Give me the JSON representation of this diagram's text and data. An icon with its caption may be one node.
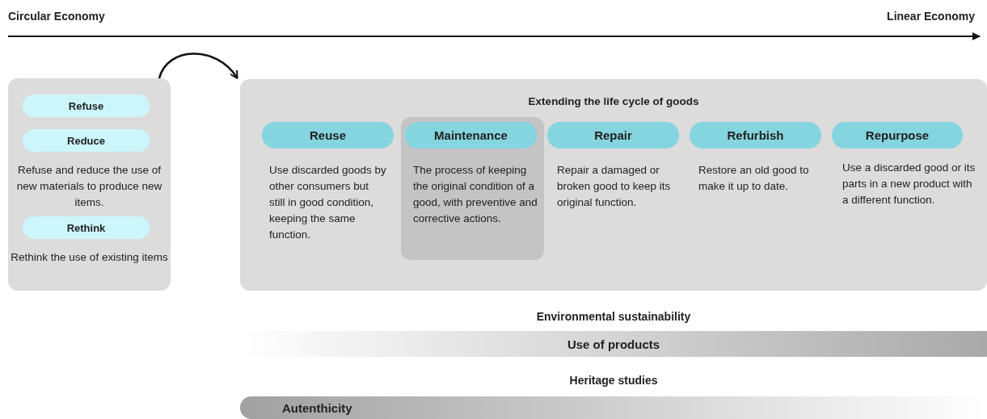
{
  "diagram": {
    "nodes": [
      {
        "text": [
          "Refuse and reduce the use of new materials to produce new items.",
          "Rethink the use of existing items"
        ]
      },
      {
        "text": [
          "Refuse"
        ],
        "in": 0
      },
      {
        "text": [
          "Reduce"
        ],
        "in": 0
      },
      {
        "text": [
          "Rethink"
        ],
        "in": 0
      },
      {
        "text": [
          "Extending the life cycle of goods"
        ]
      },
      {
        "text": [
          "Reuse"
        ],
        "in": 4,
        "beside": [
          "Use discarded goods by other consumers but still in good condition, keeping the same function."
        ]
      },
      {
        "text": [
          "The process of keeping the original condition of a good, with preventive and corrective actions."
        ],
        "in": 4
      },
      {
        "text": [
          "Maintenance"
        ],
        "in": 6
      },
      {
        "text": [
          "Repair"
        ],
        "in": 4,
        "beside": [
          "Repair a damaged or broken good to keep its original function."
        ]
      },
      {
        "text": [
          "Refurbish"
        ],
        "in": 4,
        "beside": [
          "Restore an old good to make it up to date."
        ]
      },
      {
        "text": [
          "Repurpose"
        ],
        "in": 4,
        "beside": [
          "Use a discarded good or its parts in a new product with a different function."
        ]
      },
      {
        "text": [
          "Use of products"
        ]
      },
      {
        "text": [
          "Autenthicity"
        ]
      }
    ],
    "edges": [
      {
        "from": 0,
        "to": 4,
        "arrow": "to"
      }
    ],
    "labels": [
      "Circular Economy",
      "Linear Economy",
      "Environmental sustainability",
      "Heritage studies"
    ]
  }
}
